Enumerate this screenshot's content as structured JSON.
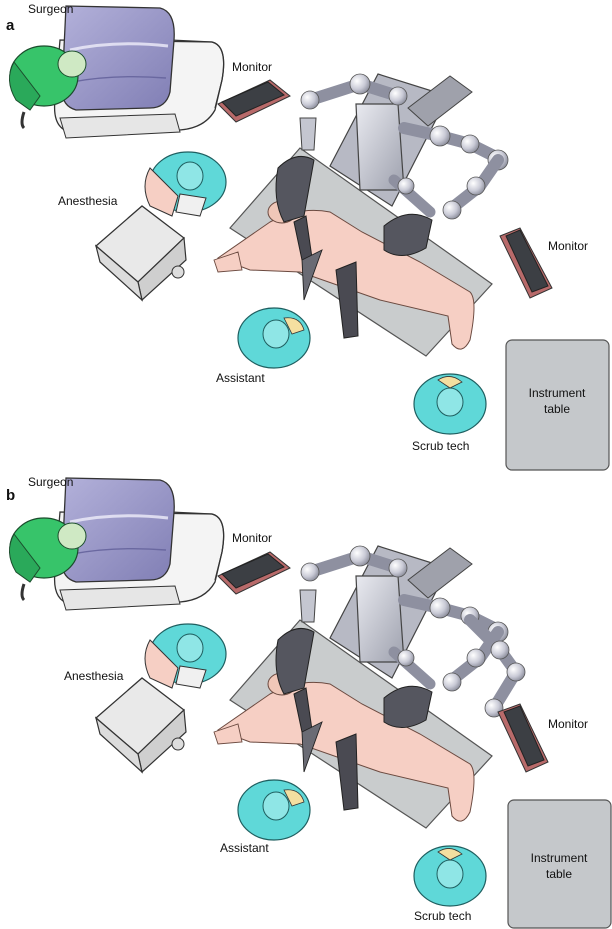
{
  "panels": [
    {
      "letter": "a",
      "labels": {
        "surgeon": "Surgeon",
        "monitor_top": "Monitor",
        "anesthesia": "Anesthesia",
        "monitor_right": "Monitor",
        "assistant": "Assistant",
        "instrument_table_line1": "Instrument",
        "instrument_table_line2": "table",
        "scrub_tech": "Scrub tech"
      }
    },
    {
      "letter": "b",
      "labels": {
        "surgeon": "Surgeon",
        "monitor_top": "Monitor",
        "anesthesia": "Anesthesia",
        "monitor_right": "Monitor",
        "assistant": "Assistant",
        "instrument_table_line1": "Instrument",
        "instrument_table_line2": "table",
        "scrub_tech": "Scrub tech"
      }
    }
  ],
  "colors": {
    "console": "#9a98c8",
    "console_frame": "#f2f2f2",
    "gown_green": "#37c46a",
    "gown_cyan": "#5fd8d8",
    "robot_metal": "#b7b9c4",
    "robot_dark": "#4a4a52",
    "or_table": "#c9cccd",
    "instrument_table": "#c5c8cb",
    "patient_skin": "#f6cfc4",
    "monitor_screen": "#3c3f44",
    "monitor_frame": "#b86a6a"
  }
}
